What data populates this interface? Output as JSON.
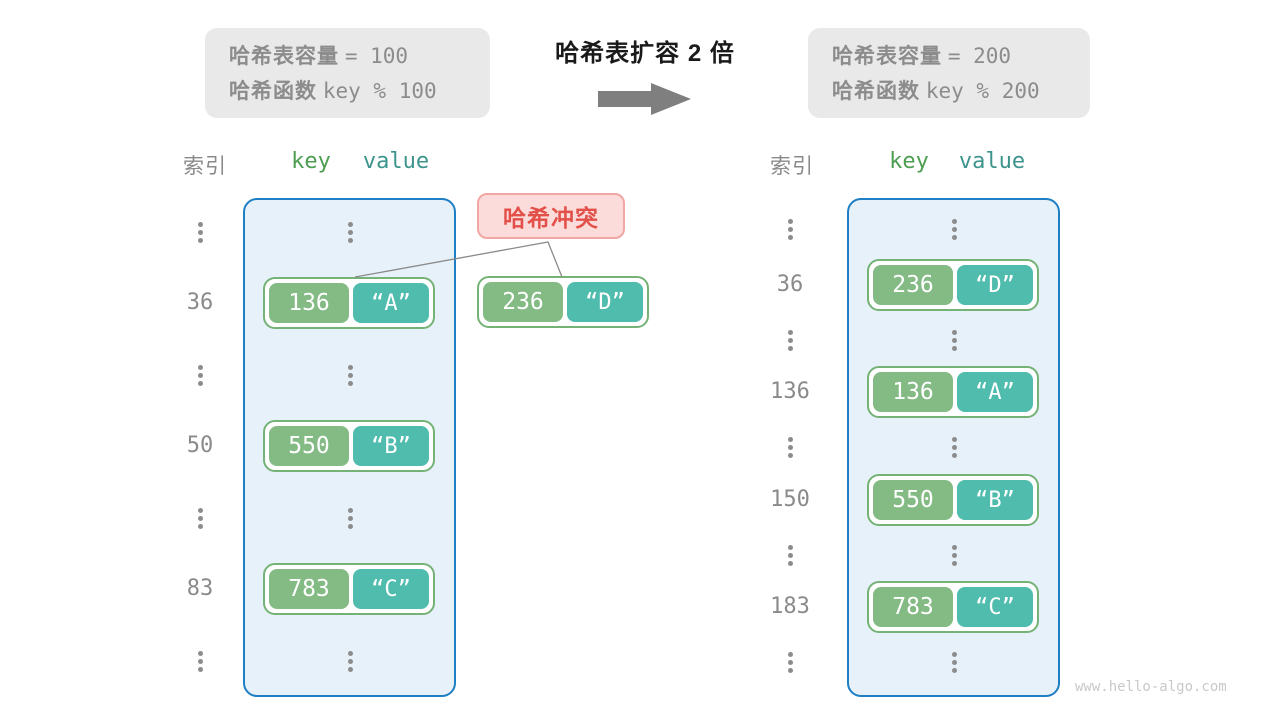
{
  "title": "哈希表扩容 2 倍",
  "watermark": "www.hello-algo.com",
  "collision_label": "哈希冲突",
  "info_before": {
    "capacity_label": "哈希表容量",
    "capacity_value": "= 100",
    "hash_label": "哈希函数",
    "hash_value": "key % 100"
  },
  "info_after": {
    "capacity_label": "哈希表容量",
    "capacity_value": "= 200",
    "hash_label": "哈希函数",
    "hash_value": "key % 200"
  },
  "header": {
    "index": "索引",
    "key": "key",
    "value": "value"
  },
  "left_rows": [
    {
      "index": "36",
      "key": "136",
      "value": "“A”"
    },
    {
      "index": "50",
      "key": "550",
      "value": "“B”"
    },
    {
      "index": "83",
      "key": "783",
      "value": "“C”"
    }
  ],
  "free_pair": {
    "key": "236",
    "value": "“D”"
  },
  "right_rows": [
    {
      "index": "36",
      "key": "236",
      "value": "“D”"
    },
    {
      "index": "136",
      "key": "136",
      "value": "“A”"
    },
    {
      "index": "150",
      "key": "550",
      "value": "“B”"
    },
    {
      "index": "183",
      "key": "783",
      "value": "“C”"
    }
  ],
  "colors": {
    "table_border": "#1F7FC4",
    "table_bg": "#E7F1FA",
    "key_bg": "#84BB85",
    "value_bg": "#4FBCAD",
    "pair_border": "#74B276",
    "collision_text": "#E25049",
    "collision_bg": "#FBDCDB",
    "info_bg": "#E9E9E9",
    "gray_text": "#8C8C8C",
    "key_header_text": "#4D9E51",
    "value_header_text": "#3C948C",
    "arrow": "#7F7F7F"
  }
}
